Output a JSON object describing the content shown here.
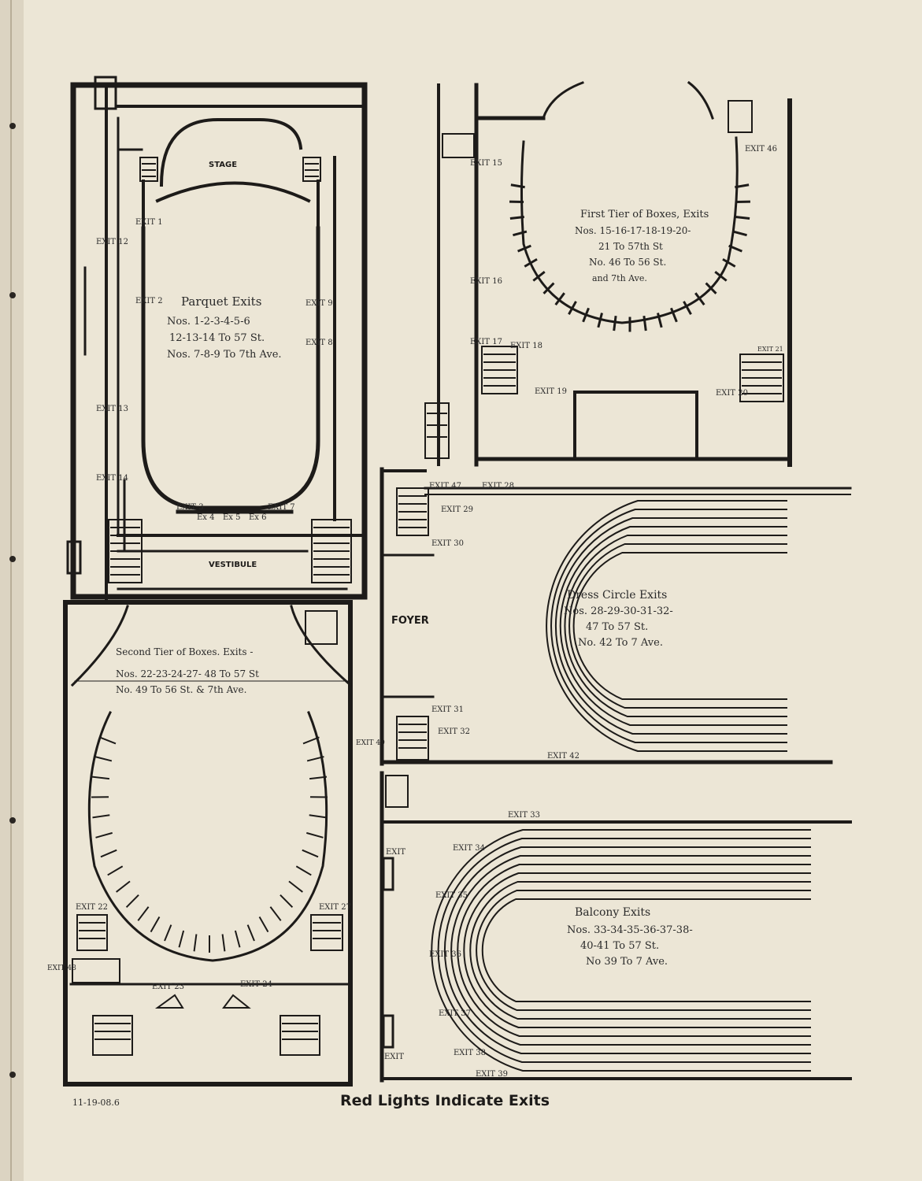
{
  "footer": {
    "caption": "Red Lights Indicate Exits",
    "handwritten_note": "11-19-08.6"
  },
  "parquet": {
    "stage": "STAGE",
    "vestibule": "VESTIBULE",
    "title": "Parquet Exits",
    "lines": [
      "Nos. 1-2-3-4-5-6",
      "12-13-14 To 57 St.",
      "Nos. 7-8-9 To 7th Ave."
    ],
    "exits": [
      "EXIT 1",
      "EXIT 2",
      "EXIT 3",
      "Ex 4",
      "Ex 5",
      "Ex 6",
      "EXIT 7",
      "EXIT 8",
      "EXIT 9",
      "EXIT 12",
      "EXIT 13",
      "EXIT 14"
    ]
  },
  "first_tier": {
    "title": "First Tier of Boxes, Exits",
    "lines": [
      "Nos. 15-16-17-18-19-20-",
      "21 To 57th St",
      "No. 46 To 56 St.",
      "and 7th Ave."
    ],
    "exits": [
      "EXIT 15",
      "EXIT 16",
      "EXIT 17",
      "EXIT 18",
      "EXIT 19",
      "EXIT 20",
      "EXIT 21",
      "EXIT 46"
    ]
  },
  "second_tier": {
    "title": "Second Tier of Boxes. Exits -",
    "lines": [
      "Nos. 22-23-24-27- 48 To 57 St",
      "No. 49 To 56 St. & 7th Ave."
    ],
    "exits": [
      "EXIT 22",
      "EXIT 23",
      "EXIT 24",
      "EXIT 27",
      "EXIT 48",
      "EXIT 49"
    ]
  },
  "dress_circle": {
    "foyer": "FOYER",
    "title": "Dress Circle Exits",
    "lines": [
      "Nos. 28-29-30-31-32-",
      "47 To 57 St.",
      "No. 42 To 7 Ave."
    ],
    "exits": [
      "EXIT 47",
      "EXIT 28",
      "EXIT 29",
      "EXIT 30",
      "EXIT 31",
      "EXIT 32",
      "EXIT 42"
    ]
  },
  "balcony": {
    "title": "Balcony Exits",
    "lines": [
      "Nos. 33-34-35-36-37-38-",
      "40-41 To 57 St.",
      "No 39 To 7 Ave."
    ],
    "exits": [
      "EXIT 33",
      "EXIT",
      "EXIT 34",
      "EXIT 35",
      "EXIT 36",
      "EXIT 37",
      "EXIT 38",
      "EXIT 39",
      "EXIT"
    ]
  }
}
